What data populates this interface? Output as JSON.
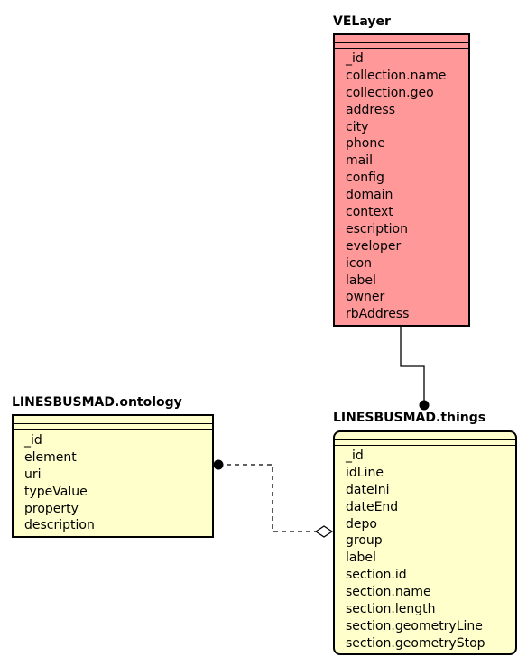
{
  "entities": {
    "velayer": {
      "title": "VELayer",
      "fill": "#ff9999",
      "fields": [
        "_id",
        "collection.name",
        "collection.geo",
        "address",
        "city",
        "phone",
        "mail",
        "config",
        "domain",
        "context",
        "escription",
        "eveloper",
        "icon",
        "label",
        "owner",
        "rbAddress"
      ]
    },
    "ontology": {
      "title": "LINESBUSMAD.ontology",
      "fill": "#ffffcc",
      "fields": [
        "_id",
        "element",
        "uri",
        "typeValue",
        "property",
        "description"
      ]
    },
    "things": {
      "title": "LINESBUSMAD.things",
      "fill": "#ffffcc",
      "fields": [
        "_id",
        "idLine",
        "dateIni",
        "dateEnd",
        "depo",
        "group",
        "label",
        "section.id",
        "section.name",
        "section.length",
        "section.geometryLine",
        "section.geometryStop"
      ]
    }
  },
  "relations": [
    {
      "from": "velayer",
      "to": "things",
      "style": "solid",
      "end": "filled-circle"
    },
    {
      "from": "ontology",
      "to": "things",
      "style": "dashed",
      "start": "filled-circle",
      "end": "hollow-diamond"
    }
  ]
}
